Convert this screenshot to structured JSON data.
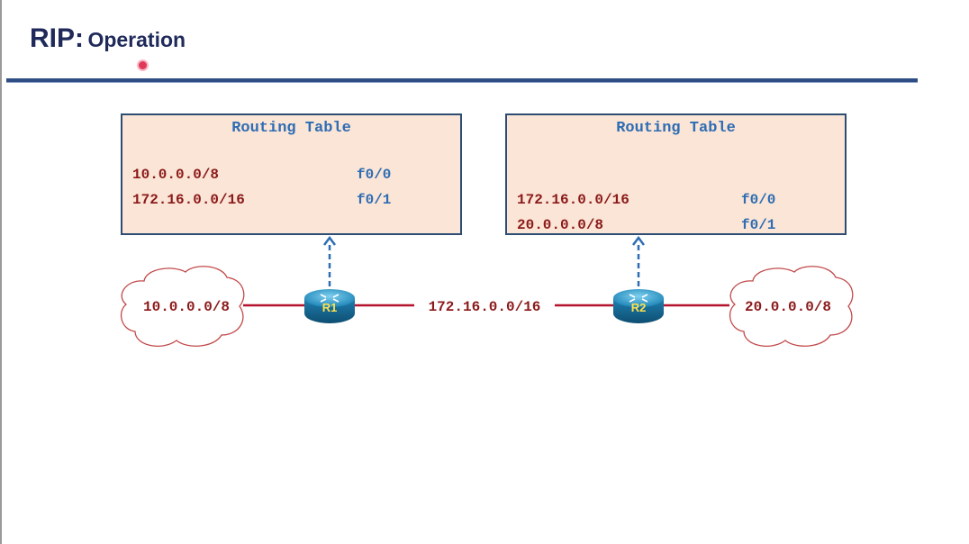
{
  "title": {
    "main": "RIP:",
    "sub": "Operation"
  },
  "tables": [
    {
      "router": "R1",
      "header": "Routing Table",
      "rows": [
        {
          "network": "10.0.0.0/8",
          "iface": "f0/0"
        },
        {
          "network": "172.16.0.0/16",
          "iface": "f0/1"
        }
      ]
    },
    {
      "router": "R2",
      "header": "Routing Table",
      "rows": [
        {
          "network": "172.16.0.0/16",
          "iface": "f0/0"
        },
        {
          "network": "20.0.0.0/8",
          "iface": "f0/1"
        }
      ]
    }
  ],
  "topology": {
    "left_cloud": "10.0.0.0/8",
    "router1": "R1",
    "link": "172.16.0.0/16",
    "router2": "R2",
    "right_cloud": "20.0.0.0/8"
  },
  "colors": {
    "title": "#1f2a5a",
    "network_text": "#8b1a1a",
    "iface_text": "#2e6db3",
    "table_bg": "#fbe5d6",
    "link": "#b5122b",
    "arrow": "#2e6db3"
  }
}
